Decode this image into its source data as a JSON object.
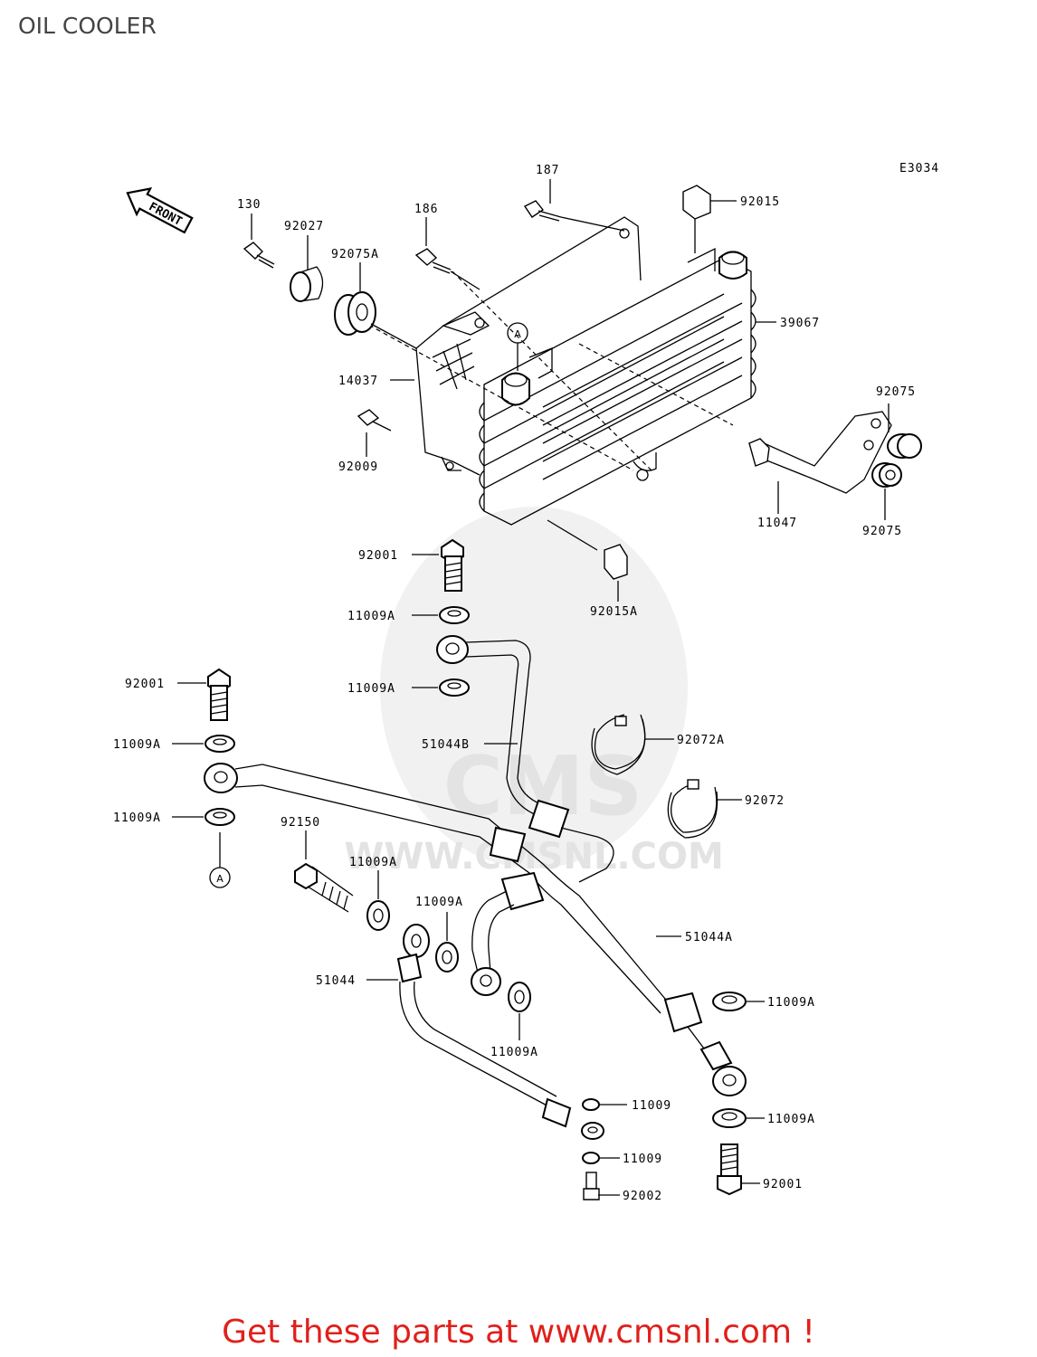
{
  "title": "OIL COOLER",
  "diagram_code": "E3034",
  "front_label": "FRONT",
  "ref_marker": "A",
  "watermark_text": "WWW.CMSNL.COM",
  "watermark_logo": "CMS",
  "footer": "Get these parts at www.cmsnl.com !",
  "colors": {
    "footer": "#e0201b",
    "watermark": "#e6e6e6",
    "lines": "#000000"
  },
  "labels": {
    "p187": "187",
    "p92015": "92015",
    "p130": "130",
    "p92027": "92027",
    "p186": "186",
    "p92075A": "92075A",
    "p39067": "39067",
    "p14037": "14037",
    "p92009": "92009",
    "p92075a": "92075",
    "p92075b": "92075",
    "p11047": "11047",
    "p92001a": "92001",
    "p92015A": "92015A",
    "p11009Aa": "11009A",
    "p11009Ab": "11009A",
    "p92001b": "92001",
    "p11009Ac": "11009A",
    "p51044B": "51044B",
    "p92072A": "92072A",
    "p11009Ad": "11009A",
    "p92072": "92072",
    "p92150": "92150",
    "p11009Ae": "11009A",
    "p11009Af": "11009A",
    "p51044A": "51044A",
    "p51044": "51044",
    "p11009Ag": "11009A",
    "p11009Ah": "11009A",
    "p11009a": "11009",
    "p11009Ai": "11009A",
    "p11009b": "11009",
    "p92002": "92002",
    "p92001c": "92001"
  }
}
